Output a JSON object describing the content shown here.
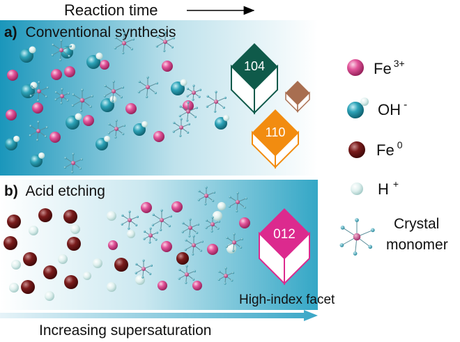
{
  "header": {
    "reaction_time": "Reaction time"
  },
  "panel_a": {
    "letter": "a)",
    "title": "Conventional synthesis"
  },
  "panel_b": {
    "letter": "b)",
    "title": "Acid etching",
    "caption": "High-index facet"
  },
  "facets": {
    "f104": "104",
    "f110": "110",
    "f012": "012"
  },
  "footer": {
    "supersaturation": "Increasing supersaturation"
  },
  "legend": {
    "fe3": {
      "base": "Fe",
      "sup": "3+"
    },
    "oh": {
      "base": "OH",
      "sup": "-"
    },
    "fe0": {
      "base": "Fe",
      "sup": "0"
    },
    "h": {
      "base": "H",
      "sup": "+"
    },
    "monomer": {
      "line1": "Crystal",
      "line2": "monomer"
    }
  },
  "colors": {
    "fe3": "#d63a84",
    "oh": "#1f93a8",
    "fe0": "#6b1414",
    "h": "#cfe8e6",
    "monomer_arm": "#2a9bb0",
    "panel_a_grad": "#1a96bb",
    "panel_b_grad": "#34a7c6",
    "cube_104": "#0f5a4a",
    "cube_110": "#f28c10",
    "cube_012": "#dc2a8e",
    "cube_small": "#a86e50"
  }
}
